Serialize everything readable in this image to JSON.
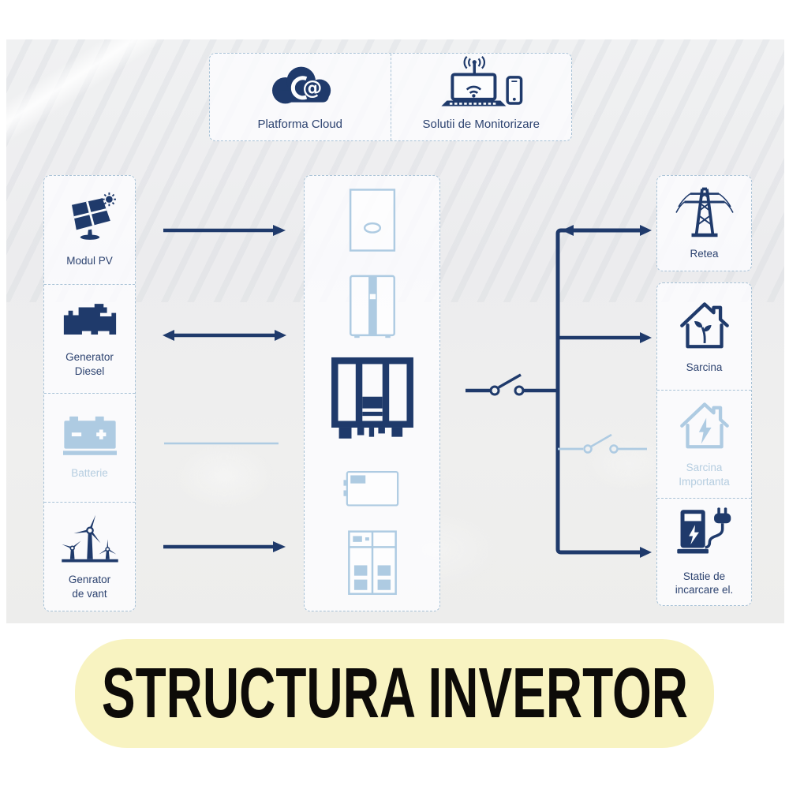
{
  "colors": {
    "navy": "#1f3a6b",
    "faded_icon": "#aecbe2",
    "faded_text": "#b5cde0",
    "label_text": "#2d4370",
    "border_dash": "#a8c2d6",
    "pill_bg": "#f8f3c1",
    "title_ink": "#0d0b08"
  },
  "title": {
    "text": "STRUCTURA INVERTOR"
  },
  "cloud_panel": {
    "items": [
      {
        "label": "Platforma Cloud",
        "icon": "cloud-at-icon"
      },
      {
        "label": "Solutii de Monitorizare",
        "icon": "monitoring-devices-icon"
      }
    ]
  },
  "sources": {
    "items": [
      {
        "label": "Modul PV",
        "icon": "solar-panel-icon",
        "state": "active",
        "connector": "arrow-right"
      },
      {
        "label": "Generator Diesel",
        "icon": "diesel-generator-icon",
        "state": "active",
        "connector": "arrow-bidirectional"
      },
      {
        "label": "Batterie",
        "icon": "battery-icon",
        "state": "inactive",
        "connector": "plain-line"
      },
      {
        "label": "Genrator de vant",
        "icon": "wind-turbine-icon",
        "state": "active",
        "connector": "arrow-right"
      }
    ]
  },
  "inverter_stack": {
    "items": [
      {
        "name": "wall-inverter",
        "state": "inactive"
      },
      {
        "name": "tower-inverter",
        "state": "inactive"
      },
      {
        "name": "hybrid-inverter",
        "state": "active"
      },
      {
        "name": "compact-converter",
        "state": "inactive"
      },
      {
        "name": "cabinet-inverter",
        "state": "inactive"
      }
    ]
  },
  "outputs": {
    "items": [
      {
        "label": "Retea",
        "icon": "power-grid-tower-icon",
        "state": "active",
        "connector": "arrow-bidirectional"
      },
      {
        "label": "Sarcina",
        "icon": "house-plant-icon",
        "state": "active",
        "connector": "arrow-right"
      },
      {
        "label": "Sarcina Importanta",
        "icon": "house-lightning-icon",
        "state": "inactive",
        "connector": "open-switch"
      },
      {
        "label": "Statie de incarcare el.",
        "icon": "ev-charger-icon",
        "state": "active",
        "connector": "arrow-right"
      }
    ]
  }
}
